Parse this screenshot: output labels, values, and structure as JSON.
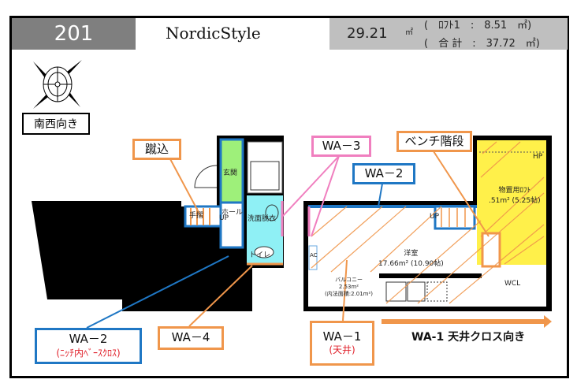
{
  "header": {
    "room_number": "201",
    "name": "NordicStyle",
    "area": "29.21",
    "area_unit": "㎡",
    "loft_area": "(　ﾛﾌﾄ1　:　8.51　㎡)",
    "total_area": "(　合 計　:　37.72　㎡)"
  },
  "orientation": "南西向き",
  "rooms": {
    "entrance": "玄関",
    "hall": "ホール",
    "washroom": "洗面脱衣",
    "toilet": "トイレ",
    "western": "洋室",
    "western_area": "17.66m² (10.90帖)",
    "loft": "物置用ﾛﾌﾄ",
    "loft_area": ".51m² (5.25帖)",
    "balcony": "バルコニー",
    "balcony_area": "2.53m²",
    "balcony_inner": "(内法面積:2.01m²)",
    "wcl": "WCL",
    "ac": "AC",
    "hp": "HP",
    "up": "UP",
    "up2": "UP",
    "stairs": "手摺"
  },
  "callouts": {
    "kerikomi": "蹴込",
    "wa3": "WA－3",
    "wa2_top": "WA－2",
    "bench": "ベンチ階段",
    "wa2_bottom": "WA－2",
    "wa2_note": "(ﾆｯﾁ内ﾍﾞｰｽｸﾛｽ)",
    "wa4": "WA－4",
    "wa1": "WA－1",
    "wa1_note": "(天井)"
  },
  "arrow_label": "WA-1 天井クロス向き",
  "colors": {
    "orange": "#f0964b",
    "blue": "#1f77c4",
    "pink": "#f07fbf",
    "yellow": "#fff04a",
    "cyan": "#8ff0f5",
    "green": "#9ef07a"
  }
}
